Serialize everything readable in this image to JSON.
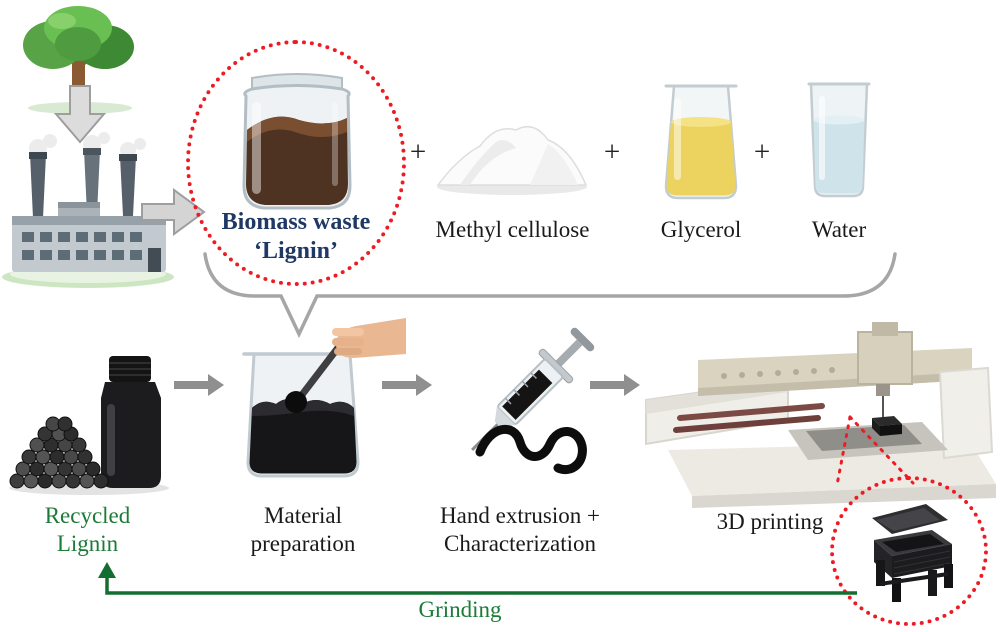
{
  "ingredients": {
    "plus": "+",
    "lignin": {
      "line1": "Biomass waste",
      "line2": "‘Lignin’"
    },
    "methyl_cellulose": "Methyl cellulose",
    "glycerol": "Glycerol",
    "water": "Water"
  },
  "process": {
    "recycled_lignin": {
      "line1": "Recycled",
      "line2": "Lignin"
    },
    "material_preparation": {
      "line1": "Material",
      "line2": "preparation"
    },
    "hand_extrusion": {
      "line1": "Hand extrusion +",
      "line2": "Characterization"
    },
    "printing": "3D printing",
    "grinding": "Grinding"
  },
  "colors": {
    "accent_green": "#1b7b37",
    "label_navy": "#1f3864",
    "dotted_red": "#ed1c24",
    "arrow_gray": "#8f8f8f"
  }
}
